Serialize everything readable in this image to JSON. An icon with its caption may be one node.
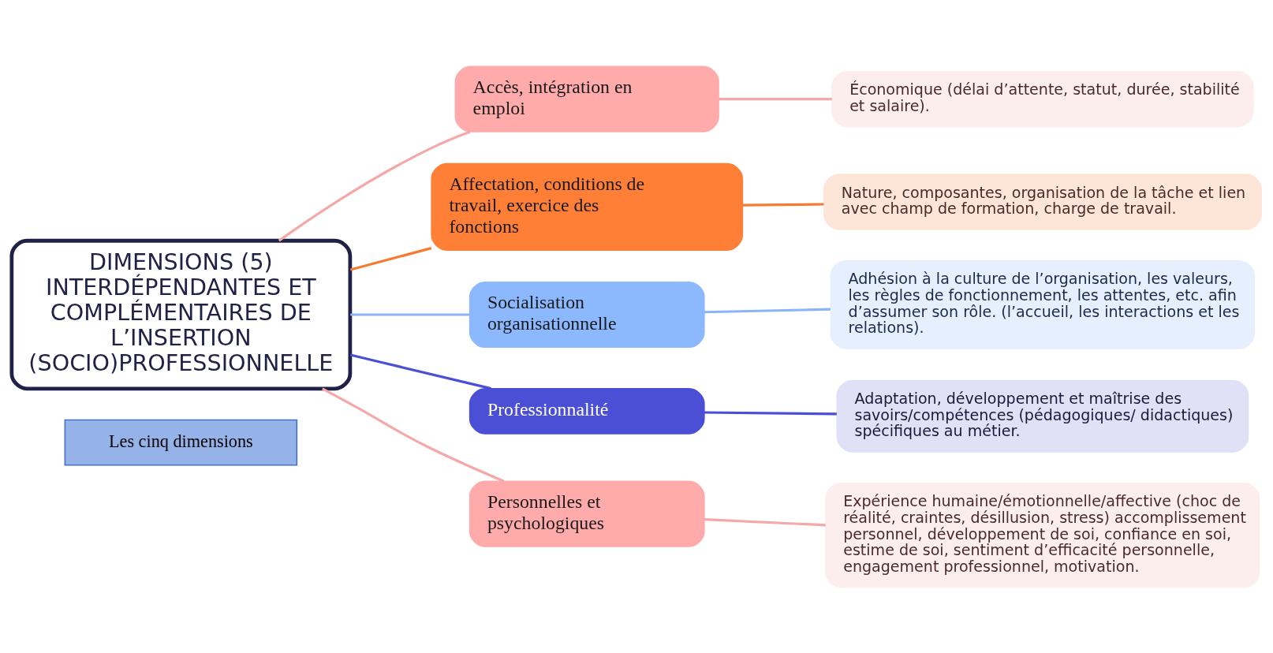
{
  "diagram": {
    "nodes": [
      {
        "text": [
          "Les cinq dimensions"
        ]
      },
      {
        "text": [
          "DIMENSIONS (5) INTERDÉPENDANTES ET COMPLÉMENTAIRES DE L’INSERTION (SOCIO)PROFESSIONNELLE"
        ]
      },
      {
        "text": [
          "Accès, intégration en emploi"
        ]
      },
      {
        "text": [
          "Économique (délai d’attente, statut, durée, stabilité et salaire)."
        ]
      },
      {
        "text": [
          "Affectation, conditions de travail, exercice des fonctions"
        ]
      },
      {
        "text": [
          "Nature, composantes, organisation de la tâche et lien avec champ de formation, charge de travail."
        ]
      },
      {
        "text": [
          "Socialisation organisationnelle"
        ]
      },
      {
        "text": [
          "Adhésion à la culture de l’organisation, les valeurs, les règles de fonctionnement, les attentes, etc. afin d’assumer son rôle. (l’accueil, les interactions et les relations)."
        ]
      },
      {
        "text": [
          "Professionnalité"
        ]
      },
      {
        "text": [
          "Adaptation, développement et maîtrise des savoirs/compétences (pédagogiques/ didactiques) spécifiques au métier."
        ]
      },
      {
        "text": [
          "Personnelles et psychologiques"
        ]
      },
      {
        "text": [
          "Expérience humaine/émotionnelle/affective (choc de réalité, craintes, désillusion, stress) accomplissement personnel, développement de soi, confiance en soi, estime de soi, sentiment d’efficacité personnelle, engagement professionnel, motivation."
        ]
      }
    ],
    "edges": [
      {
        "from": 1,
        "to": 2,
        "arrow": "none",
        "color": "#f5a8a8"
      },
      {
        "from": 1,
        "to": 4,
        "arrow": "none",
        "color": "#f47b30"
      },
      {
        "from": 1,
        "to": 6,
        "arrow": "none",
        "color": "#8ab4f8"
      },
      {
        "from": 1,
        "to": 8,
        "arrow": "none",
        "color": "#4a4fd8"
      },
      {
        "from": 1,
        "to": 10,
        "arrow": "none",
        "color": "#f5a8a8"
      },
      {
        "from": 2,
        "to": 3,
        "arrow": "none",
        "color": "#f5a8a8"
      },
      {
        "from": 4,
        "to": 5,
        "arrow": "none",
        "color": "#f47b30"
      },
      {
        "from": 6,
        "to": 7,
        "arrow": "none",
        "color": "#8ab4f8"
      },
      {
        "from": 8,
        "to": 9,
        "arrow": "none",
        "color": "#4a4fd8"
      },
      {
        "from": 10,
        "to": 11,
        "arrow": "none",
        "color": "#f5a8a8"
      }
    ]
  }
}
